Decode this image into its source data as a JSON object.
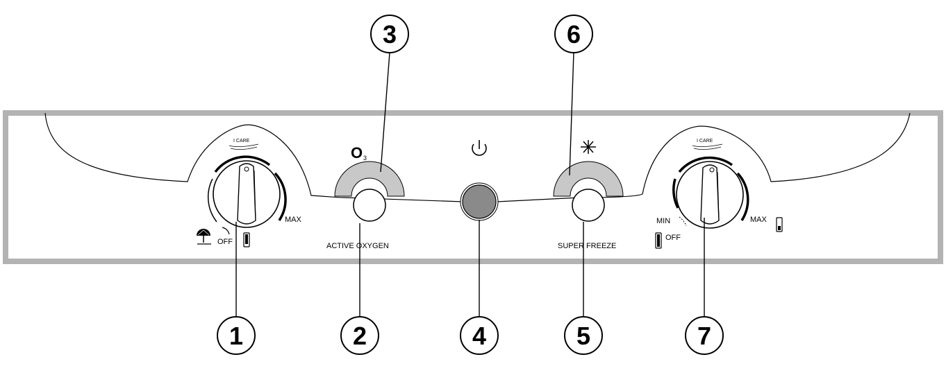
{
  "callouts": {
    "c1": "1",
    "c2": "2",
    "c3": "3",
    "c4": "4",
    "c5": "5",
    "c6": "6",
    "c7": "7"
  },
  "left_knob": {
    "care_label": "I CARE",
    "off_label": "OFF",
    "max_label": "MAX"
  },
  "right_knob": {
    "care_label": "I CARE",
    "min_label": "MIN",
    "off_label": "OFF",
    "max_label": "MAX"
  },
  "active_oxygen": {
    "symbol": "O",
    "subscript": "3",
    "label": "ACTIVE OXYGEN"
  },
  "super_freeze": {
    "label": "SUPER FREEZE"
  },
  "colors": {
    "frame": "#b3b3b3",
    "arc_fill": "#c8c8c8",
    "power_button": "#8a8a8a",
    "ink": "#000000"
  }
}
